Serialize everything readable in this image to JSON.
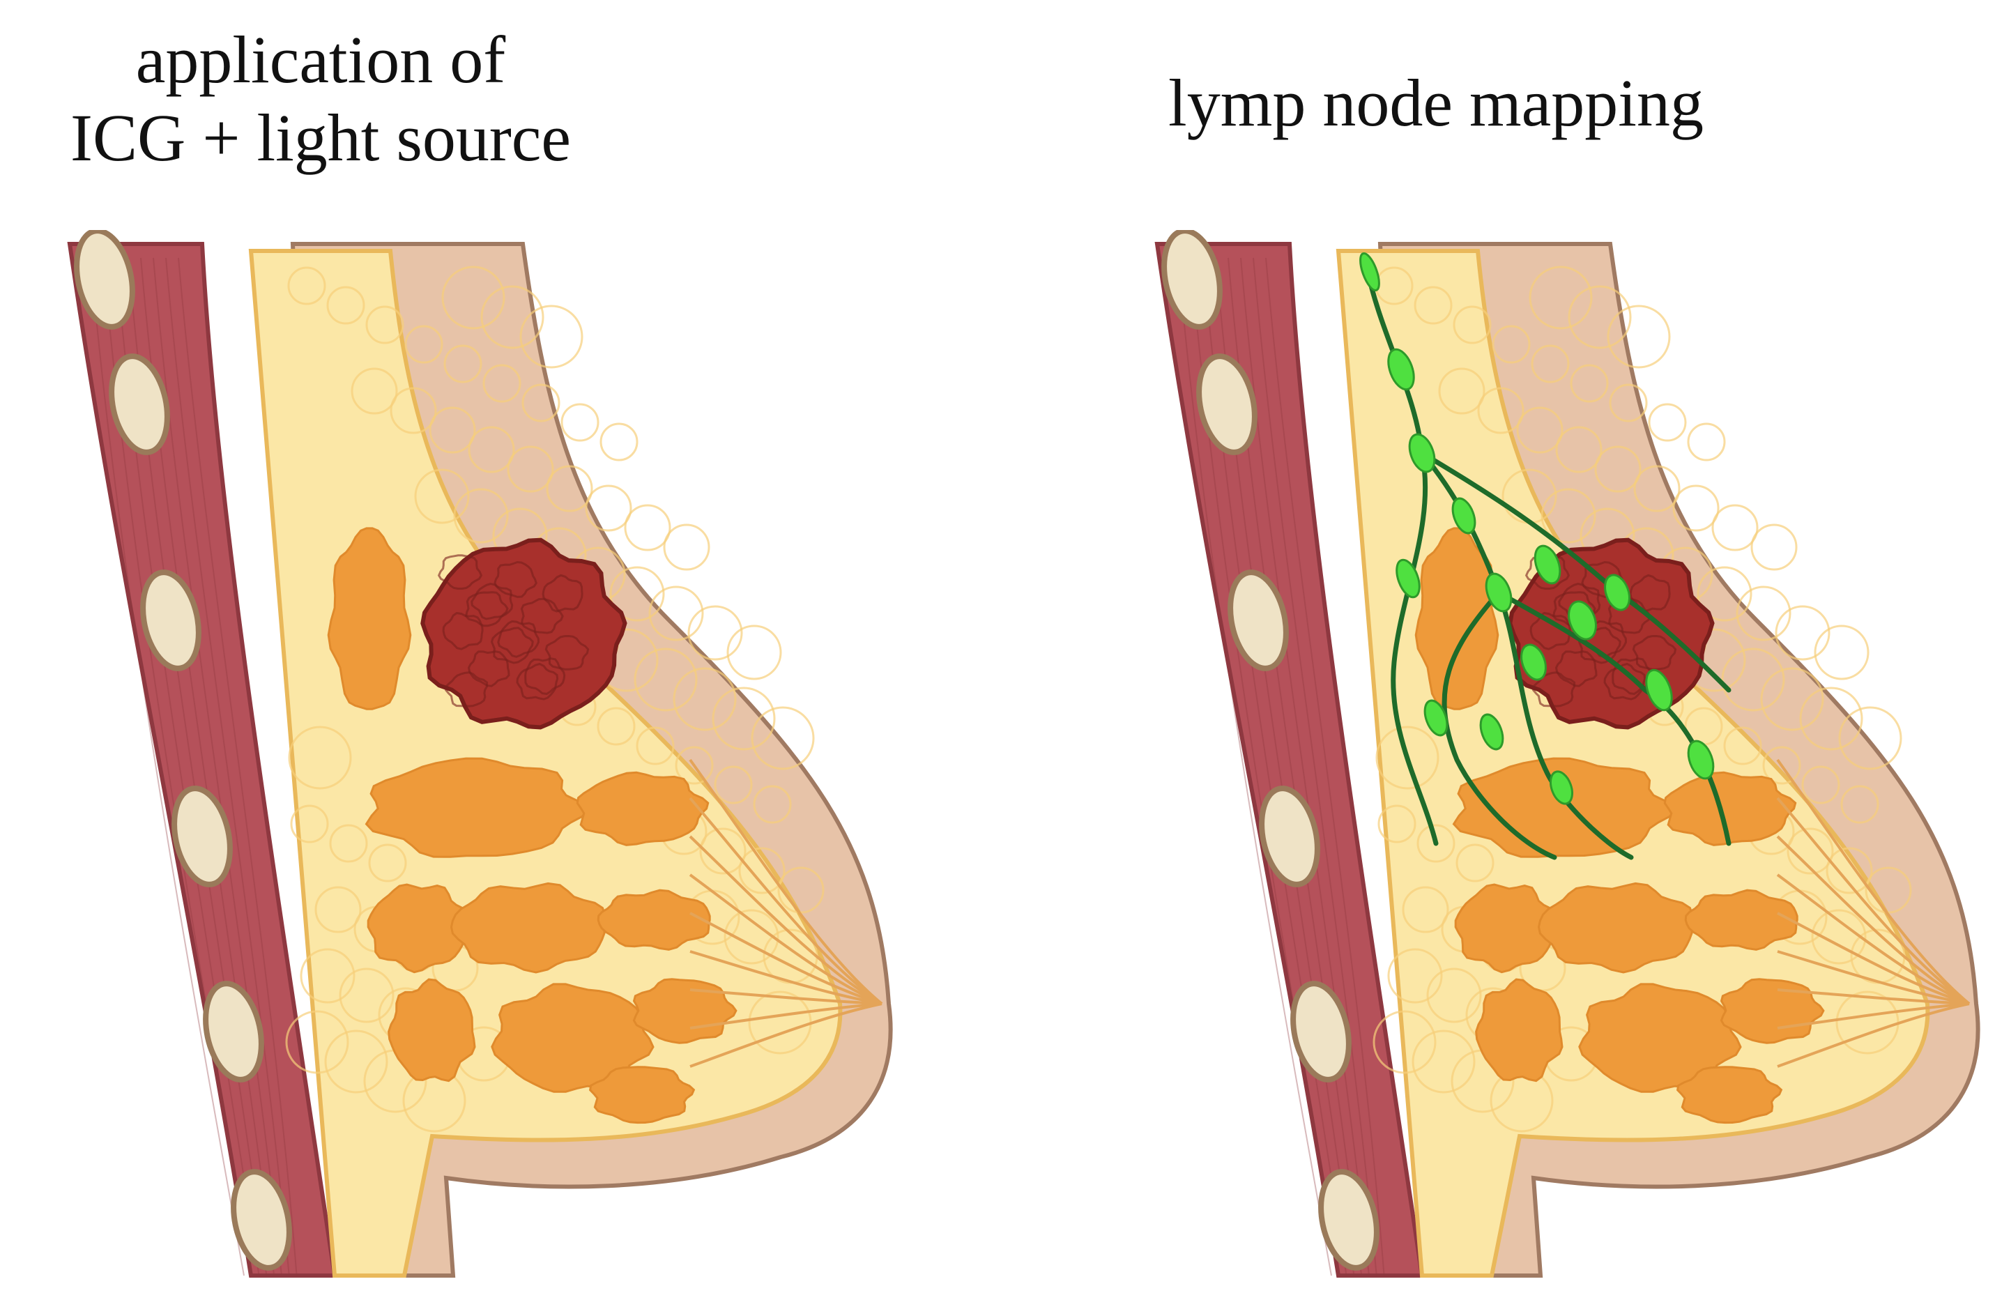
{
  "panels": [
    {
      "title_lines": [
        "application of",
        "ICG + light source"
      ],
      "illustration": "breast cross-section with tumor",
      "icon": "breast-anatomy-icon"
    },
    {
      "title_lines": [
        "lymp node mapping"
      ],
      "illustration": "breast cross-section with tumor and fluorescent lymphatic vessels",
      "icon": "breast-anatomy-with-lymphatics-icon"
    }
  ],
  "colors": {
    "background": "#ffffff",
    "muscle": "#b5515a",
    "muscle_dark": "#8e3840",
    "rib": "#efe3c6",
    "rib_outline": "#9a7a5a",
    "skin": "#e7c3a8",
    "skin_outline": "#a07a62",
    "fat": "#fbe7a6",
    "fat_outline": "#e9b85a",
    "gland": "#ee9a3a",
    "tumor": "#a8302c",
    "tumor_dark": "#7a1f1c",
    "lymph_vessel": "#1e6b2a",
    "lymph_node": "#4fe040"
  }
}
